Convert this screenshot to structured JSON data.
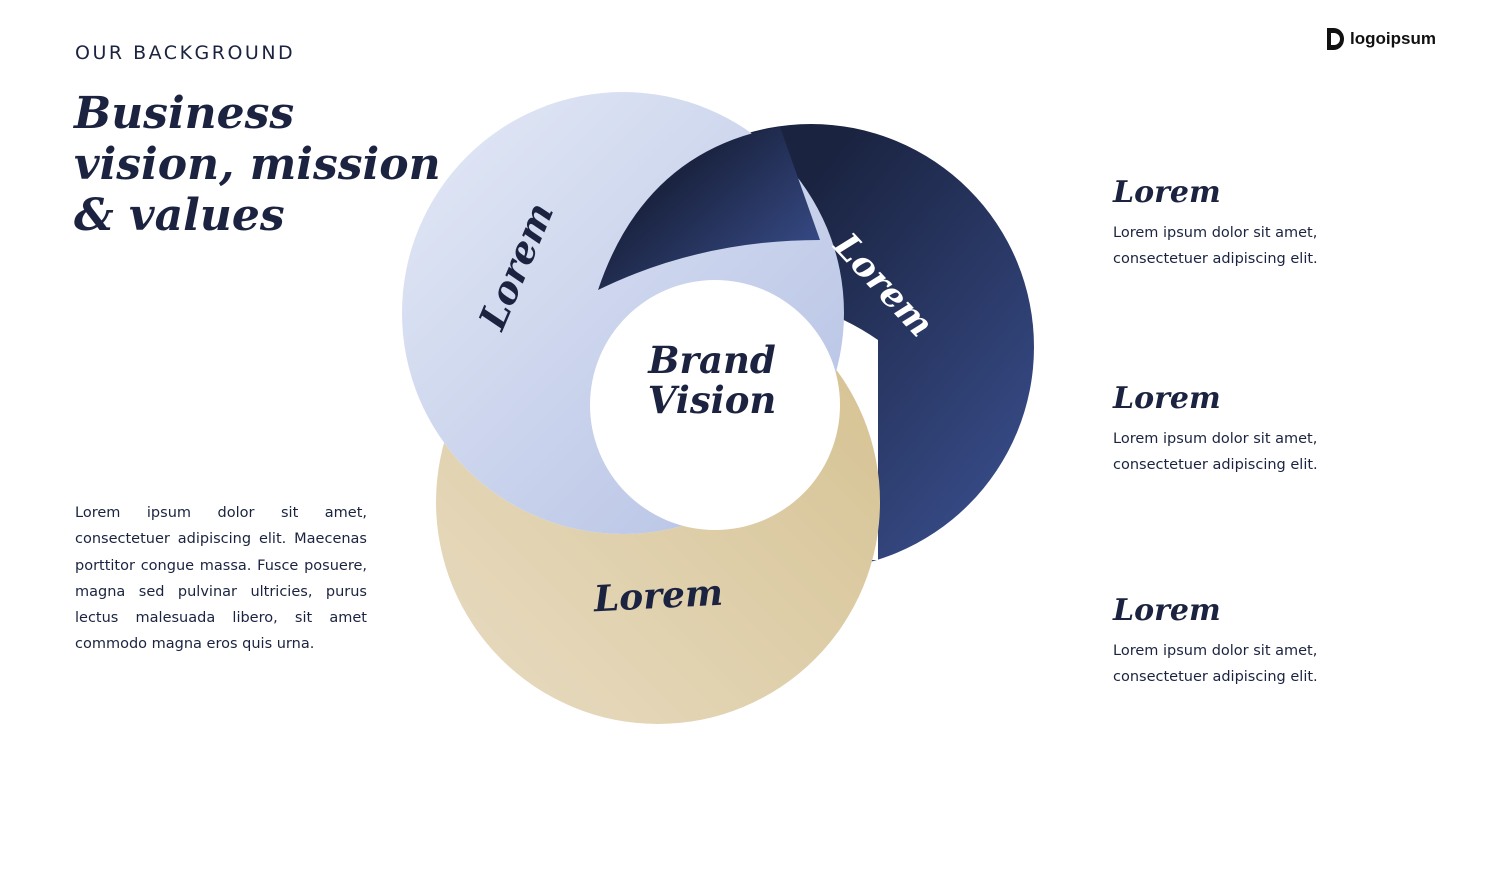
{
  "header": {
    "eyebrow": "OUR BACKGROUND",
    "title": "Business vision, mission & values"
  },
  "intro": {
    "text": "Lorem ipsum dolor sit amet, consectetuer adipiscing elit. Maecenas porttitor congue massa. Fusce posuere, magna sed pulvinar ultricies, purus lectus malesuada libero, sit amet commodo magna eros quis urna."
  },
  "logo": {
    "text": "logoipsum",
    "icon": "logo-mark-icon"
  },
  "diagram": {
    "center_line1": "Brand",
    "center_line2": "Vision",
    "ring_left": "Lorem",
    "ring_right": "Lorem",
    "ring_bottom": "Lorem",
    "colors": {
      "light_blue": "#dfe5f4",
      "light_blue_dark": "#b3c0e4",
      "navy": "#1a2340",
      "navy_light": "#3a4f8e",
      "sand": "#e8dcc2",
      "sand_dark": "#d4c08f"
    }
  },
  "items": [
    {
      "title": "Lorem",
      "desc": "Lorem ipsum dolor sit amet, consectetuer adipiscing elit."
    },
    {
      "title": "Lorem",
      "desc": "Lorem ipsum dolor sit amet, consectetuer adipiscing elit."
    },
    {
      "title": "Lorem",
      "desc": "Lorem ipsum dolor sit amet, consectetuer adipiscing elit."
    }
  ]
}
